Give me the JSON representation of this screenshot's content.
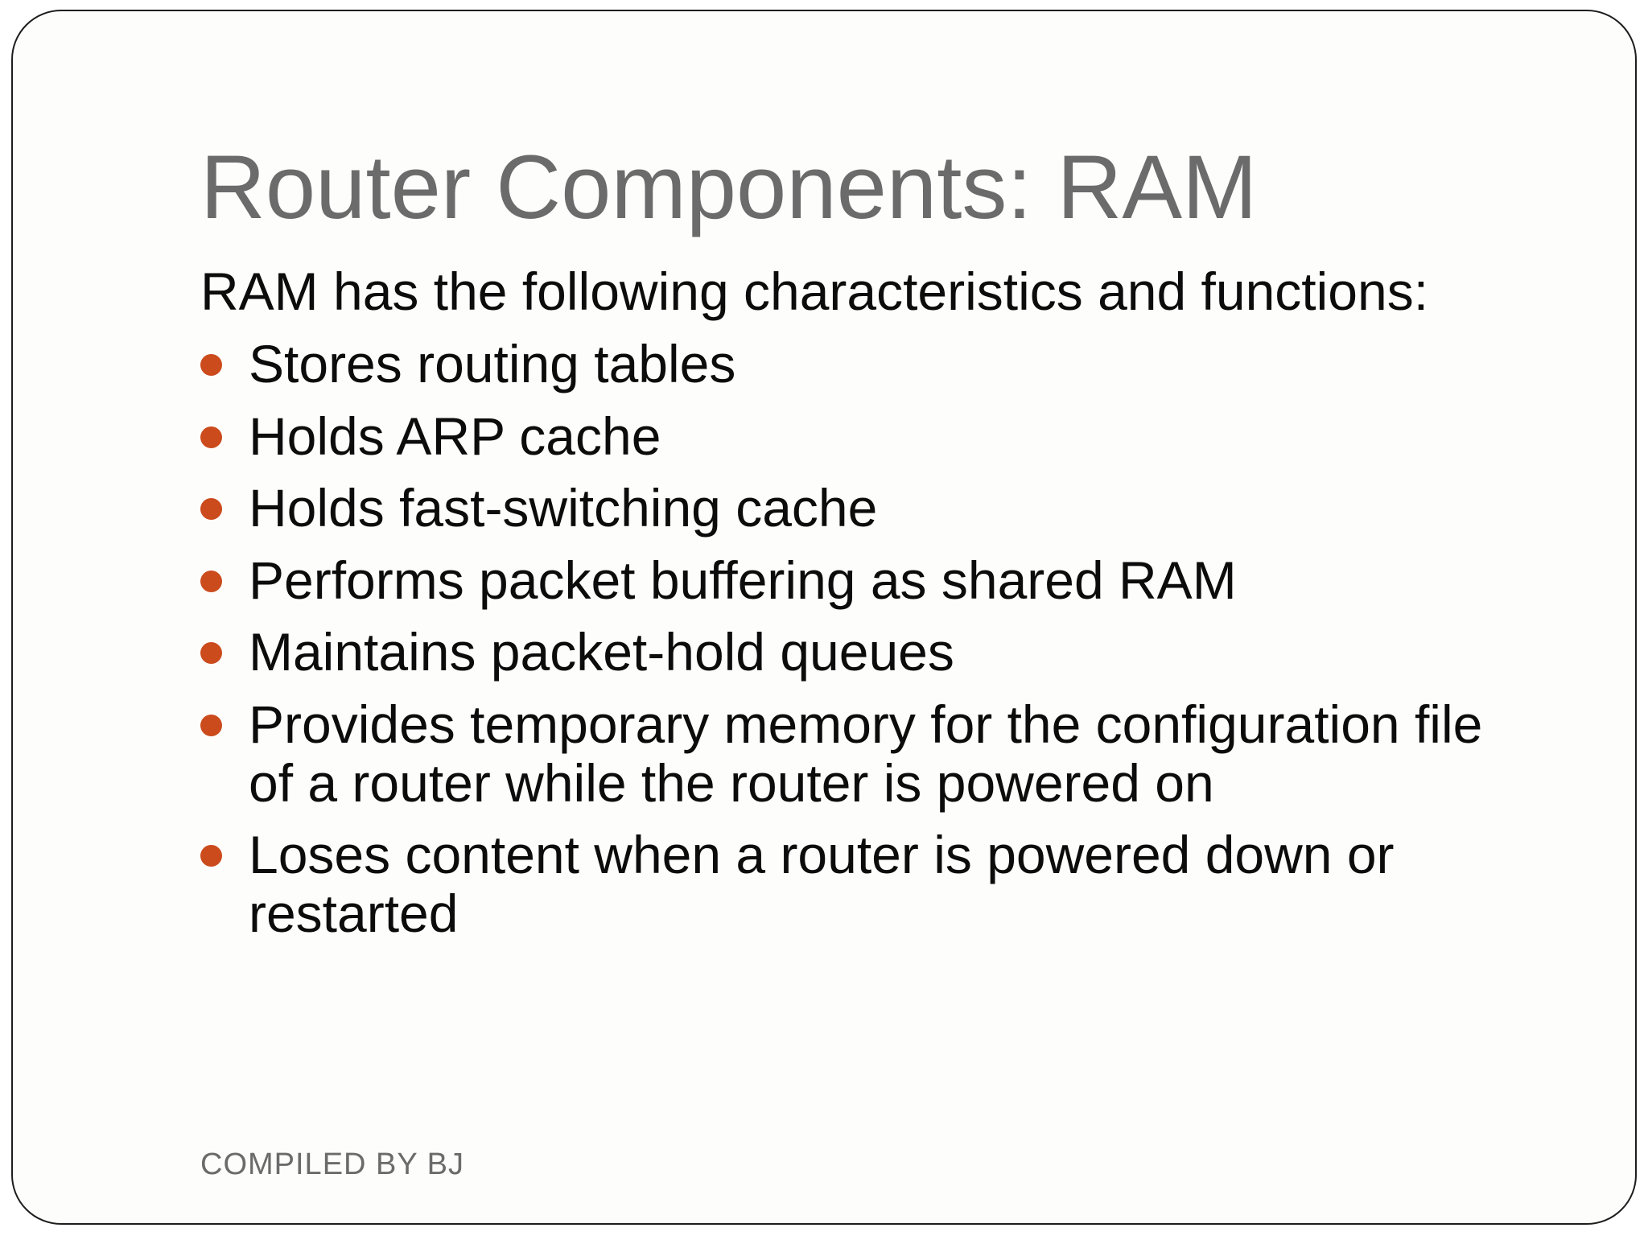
{
  "slide": {
    "title": "Router Components: RAM",
    "intro": "RAM has the following characteristics and functions:",
    "bullets": [
      "Stores routing tables",
      "Holds ARP cache",
      "Holds fast-switching cache",
      "Performs packet buffering as shared RAM",
      "Maintains packet-hold queues",
      "Provides temporary memory for the configuration file of a router while the router is powered on",
      "Loses content when a router is powered down or restarted"
    ],
    "footer": "COMPILED BY BJ",
    "colors": {
      "title_text": "#6b6b6b",
      "body_text": "#0c0c0c",
      "bullet_marker": "#cb4b1d",
      "footer_text": "#6b6b6b",
      "frame_border": "#1e1e1e",
      "slide_background": "#fdfdfb"
    }
  }
}
